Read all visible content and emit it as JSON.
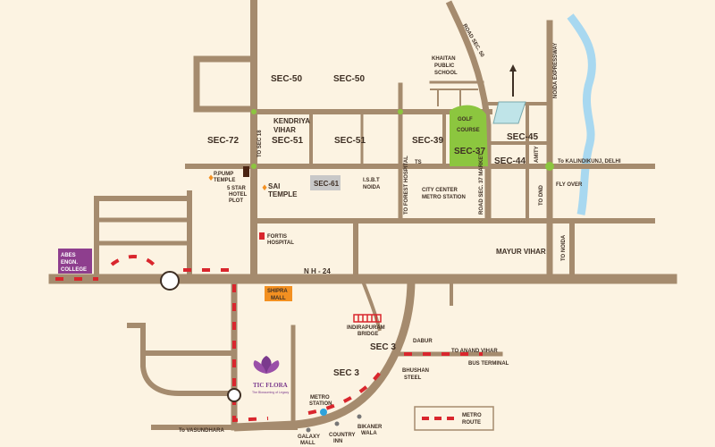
{
  "sectors": {
    "sec50_left": "SEC-50",
    "sec50_right": "SEC-50",
    "sec72": "SEC-72",
    "kendriya_vihar": "KENDRIYA",
    "kendriya_vihar2": "VIHAR",
    "sec51_left": "SEC-51",
    "sec51_right": "SEC-51",
    "sec39": "SEC-39",
    "sec37": "SEC-37",
    "sec45": "SEC-45",
    "sec44": "SEC-44",
    "sec61": "SEC-61",
    "sec3_left": "SEC 3",
    "sec3_right": "SEC 3"
  },
  "landmarks": {
    "khaitan1": "KHAITAN",
    "khaitan2": "PUBLIC",
    "khaitan3": "SCHOOL",
    "golf1": "GOLF",
    "golf2": "COURSE",
    "amity": "AMITY",
    "to_kalindikunj": "To KALINDIKUNJ, DELHI",
    "fly_over": "FLY OVER",
    "to_dnd": "TO DND",
    "to_noida": "TO NOIDA",
    "ppump1": "P.PUMP",
    "ppump2": "TEMPLE",
    "five_star1": "5 STAR",
    "five_star2": "HOTEL",
    "five_star3": "PLOT",
    "sai1": "SAI",
    "sai2": "TEMPLE",
    "isbt1": "I.S.B.T",
    "isbt2": "NOIDA",
    "city_center1": "CITY CENTER",
    "city_center2": "METRO STATION",
    "fortis1": "FORTIS",
    "fortis2": "HOSPITAL",
    "mayur_vihar": "MAYUR VIHAR",
    "abes1": "ABES",
    "abes2": "ENGN.",
    "abes3": "COLLEGE",
    "nh24": "N H - 24",
    "shipra1": "SHIPRA",
    "shipra2": "MALL",
    "indirapuram1": "INDIRAPURAM",
    "indirapuram2": "BRIDGE",
    "dabur": "DABUR",
    "to_anand_vihar": "TO ANAND VIHAR",
    "bus_terminal": "BUS TERMINAL",
    "bhushan1": "BHUSHAN",
    "bhushan2": "STEEL",
    "metro_station1": "METRO",
    "metro_station2": "STATION",
    "galaxy1": "GALAXY",
    "galaxy2": "MALL",
    "country1": "COUNTRY",
    "country2": "INN",
    "bikaner1": "BIKANER",
    "bikaner2": "WALA",
    "to_vasundhara": "To VASUNDHARA",
    "ts": "TS",
    "road_sec50": "ROAD SEC. 50",
    "road_sec44": "ROAD SEC. 37 MARKET",
    "road_tohospital": "TO FOREST HOSPITAL",
    "road_dsc": "NOIDA EXPRESSWAY",
    "road_to_sec18": "TO SEC 18"
  },
  "project": {
    "name": "TIC FLORA",
    "tagline": "The Blossoming of Legacy",
    "logo_icon": "lotus-logo-icon"
  },
  "legend": {
    "label1": "METRO",
    "label2": "ROUTE"
  },
  "colors": {
    "background": "#fcf3e2",
    "road": "#a58b6e",
    "metro": "#d9262d",
    "golf": "#8cc63f",
    "river": "#a8d8f0",
    "abes": "#8e3e8e",
    "shipra": "#f39021"
  }
}
